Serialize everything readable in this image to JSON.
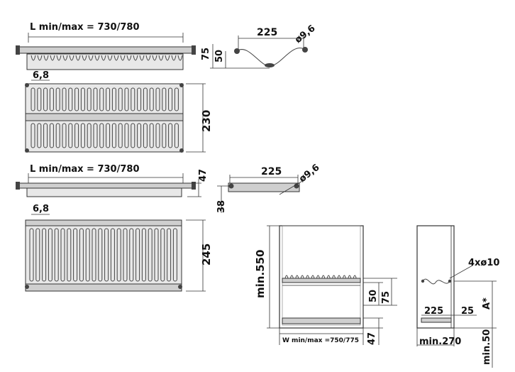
{
  "top_rack": {
    "length_label": "L min/max = 730/780",
    "pitch": "6,8",
    "depth": "230",
    "profile": {
      "width": "225",
      "rod": "ø9,6",
      "height_outer": "75",
      "height_inner": "50"
    }
  },
  "bottom_rack": {
    "length_label": "L min/max = 730/780",
    "pitch": "6,8",
    "depth": "245",
    "height": "47",
    "profile": {
      "width": "225",
      "rod": "ø9,6",
      "height": "38"
    }
  },
  "cabinet_front": {
    "height_min": "min.550",
    "width_label": "W min/max =750/775",
    "gap_upper_a": "50",
    "gap_upper_b": "75",
    "gap_lower": "47"
  },
  "cabinet_side": {
    "holes": "4xø10",
    "depth_a": "225",
    "depth_b": "25",
    "depth_min": "min.270",
    "offset_a": "A*",
    "height_min": "min.50"
  }
}
